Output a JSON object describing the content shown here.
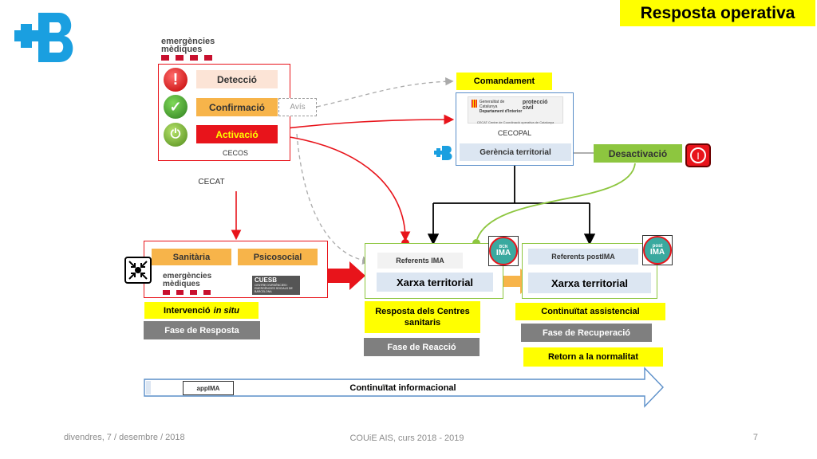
{
  "title": "Resposta operativa",
  "brand": {
    "logo_icon": "plus-b-logo-icon",
    "color": "#1a9fe0"
  },
  "em_logo": {
    "line1": "emergències",
    "line2": "mèdiques"
  },
  "cecos": {
    "detect": "Detecció",
    "confirm": "Confirmació",
    "activate": "Activació",
    "avis": "Avís",
    "caption": "CECOS"
  },
  "cecat": "CECAT",
  "comandament": {
    "label": "Comandament",
    "logo_left_line1": "Generalitat de Catalunya",
    "logo_left_line2": "Departament d'Interior",
    "logo_right": "protecció civil",
    "logo_sub": "CECAT Centre de Coordinació operativa de Catalunya",
    "caption": "CECOPAL",
    "gerencia": "Gerència territorial"
  },
  "desactivacio": "Desactivació",
  "intervention": {
    "sanitaria": "Sanitària",
    "psicosocial": "Psicosocial",
    "cuesb": "CUESB",
    "cuesb_sub": "CENTRE D'URGÈNCIES I EMERGÈNCIES SOCIALS DE BARCELONA",
    "label_main": "Intervenció",
    "label_italic": "in situ",
    "fase": "Fase de Resposta"
  },
  "reaccio": {
    "referents": "Referents IMA",
    "xarxa": "Xarxa territorial",
    "badge_top": "BCN",
    "badge": "IMA",
    "resposta": "Resposta dels Centres sanitaris",
    "fase": "Fase de Reacció"
  },
  "recuperacio": {
    "referents": "Referents postIMA",
    "xarxa": "Xarxa territorial",
    "badge_top": "post",
    "badge": "IMA",
    "continuitat": "Continuïtat assistencial",
    "fase": "Fase de Recuperació",
    "retorn": "Retorn a la normalitat"
  },
  "info": {
    "app": "appIMA",
    "label": "Continuïtat informacional"
  },
  "footer": {
    "date": "divendres, 7 / desembre / 2018",
    "course": "COUiE AIS, curs 2018 - 2019",
    "page": "7"
  },
  "colors": {
    "yellow": "#ffff00",
    "red": "#e8141b",
    "green": "#8dc63f",
    "grey": "#7f7f7f",
    "peach": "#fce4d6",
    "orange": "#f7b44a",
    "blue_light": "#dce6f2"
  }
}
